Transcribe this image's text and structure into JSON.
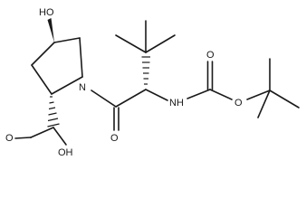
{
  "molecule": {
    "atoms": {
      "hydroxyl": "HO",
      "ring_nitrogen": "N",
      "carbonyl_oxygen": "O",
      "amide_nh": "NH",
      "carbamate_carbonyl_oxygen": "O",
      "carbamate_ester_oxygen": "O",
      "carboxyl_carbonyl_oxygen": "O",
      "carboxyl_oh": "OH"
    }
  }
}
